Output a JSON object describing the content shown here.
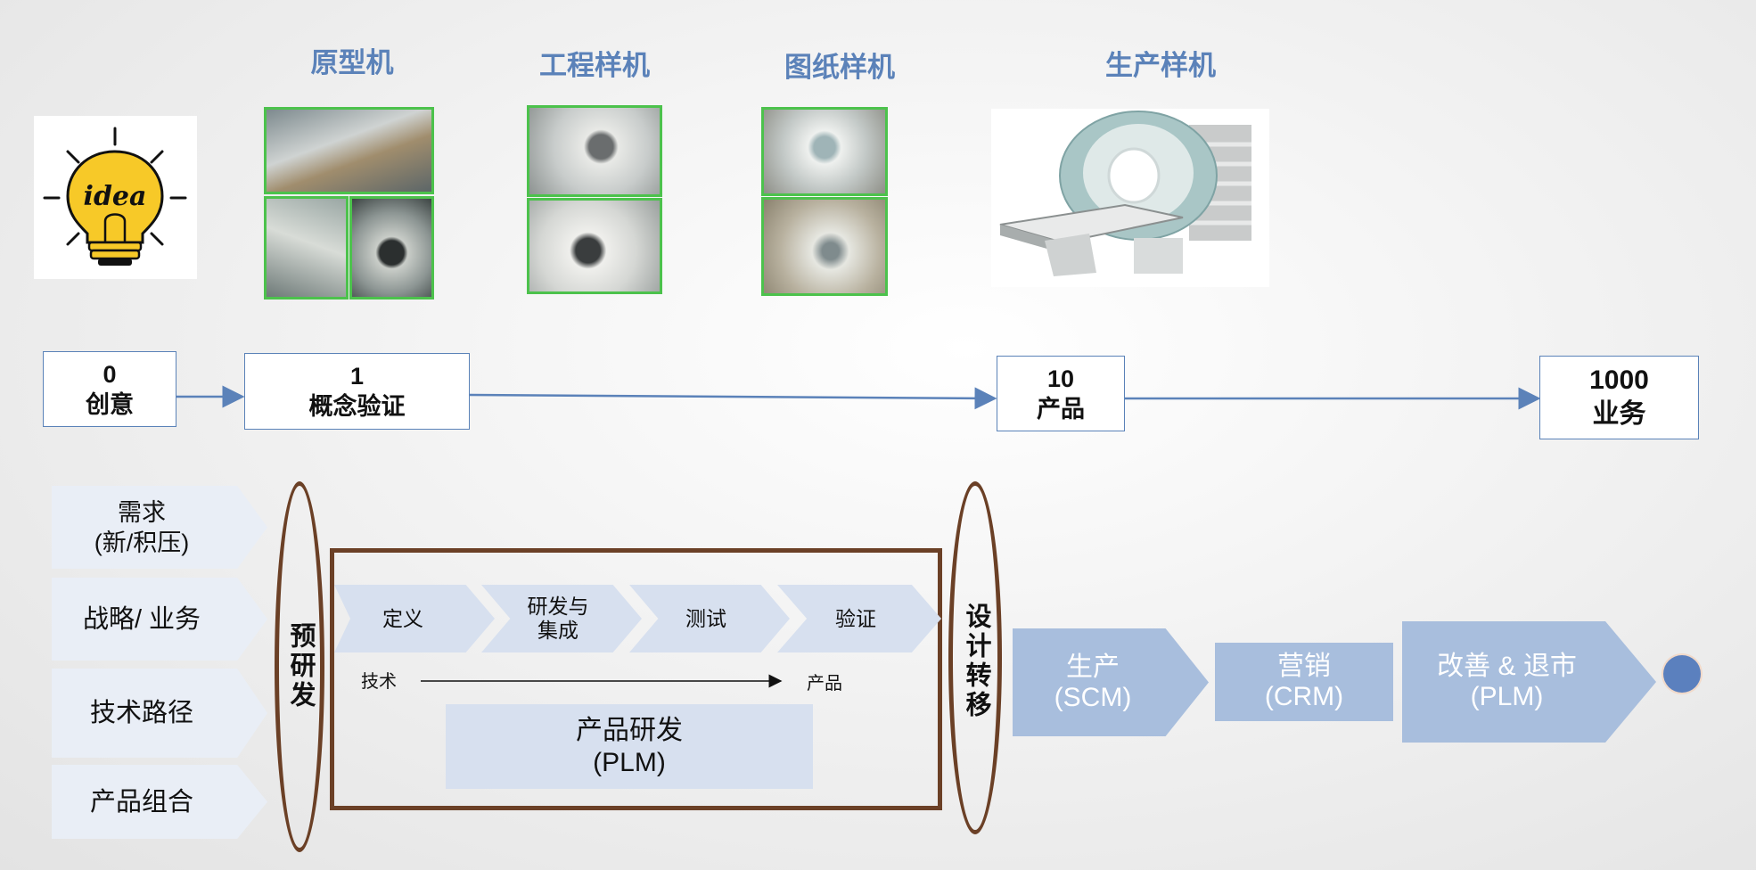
{
  "stages": {
    "prototype": "原型机",
    "engineering": "工程样机",
    "drawing": "图纸样机",
    "production": "生产样机"
  },
  "idea_icon_text": "idea",
  "milestones": [
    {
      "num": "0",
      "label": "创意"
    },
    {
      "num": "1",
      "label": "概念验证"
    },
    {
      "num": "10",
      "label": "产品"
    },
    {
      "num": "1000",
      "label": "业务"
    }
  ],
  "inputs": [
    {
      "line1": "需求",
      "line2": "(新/积压)"
    },
    {
      "line1": "战略/ 业务",
      "line2": ""
    },
    {
      "line1": "技术路径",
      "line2": ""
    },
    {
      "line1": "产品组合",
      "line2": ""
    }
  ],
  "pre_research": "预研发",
  "design_transfer": "设计转移",
  "phases": [
    {
      "line1": "定义",
      "line2": ""
    },
    {
      "line1": "研发与",
      "line2": "集成"
    },
    {
      "line1": "测试",
      "line2": ""
    },
    {
      "line1": "验证",
      "line2": ""
    }
  ],
  "flow": {
    "from": "技术",
    "to": "产品"
  },
  "plm_box": {
    "line1": "产品研发",
    "line2": "(PLM)"
  },
  "ops": [
    {
      "line1": "生产",
      "line2": "(SCM)"
    },
    {
      "line1": "营销",
      "line2": "(CRM)"
    },
    {
      "line1": "改善 & 退市",
      "line2": "(PLM)"
    }
  ],
  "colors": {
    "accent_blue": "#5b82b9",
    "photo_border": "#4cc24c",
    "frame_brown": "#6b4026",
    "phase_fill": "#d7e0ef",
    "ops_fill": "#a8bedd",
    "end_dot": "#5b80be"
  }
}
